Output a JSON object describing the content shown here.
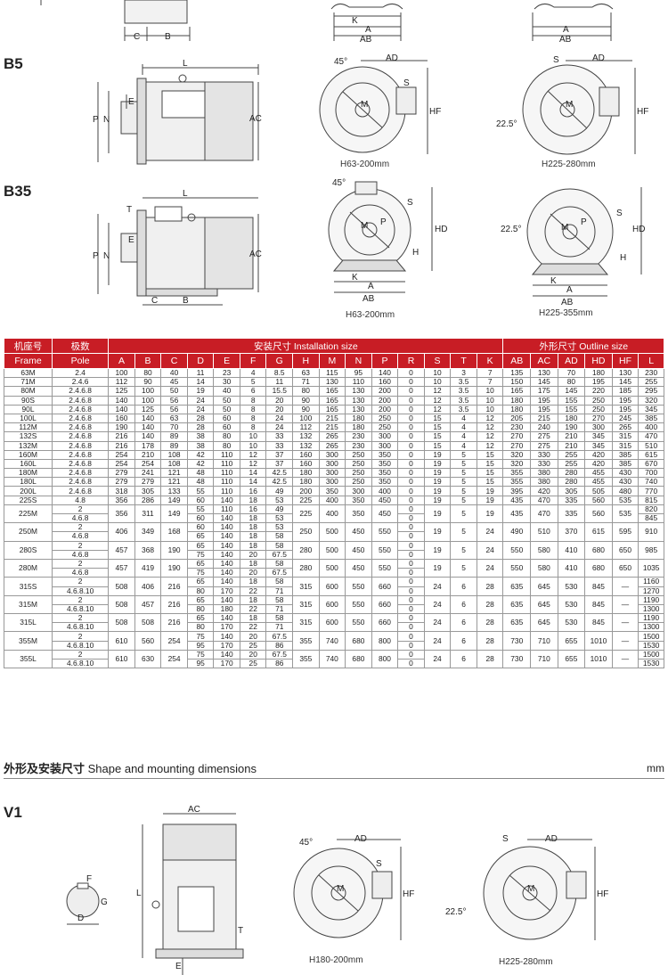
{
  "sections": {
    "b5": "B5",
    "b35": "B35",
    "v1": "V1"
  },
  "captions": {
    "b5_left": "H63-200mm",
    "b5_right": "H225-280mm",
    "b35_left": "H63-200mm",
    "b35_right": "H225-355mm",
    "v1_left": "H180-200mm",
    "v1_right": "H225-280mm"
  },
  "dim_labels": {
    "C": "C",
    "B": "B",
    "K": "K",
    "A": "A",
    "AB": "AB",
    "AD": "AD",
    "AC": "AC",
    "L": "L",
    "E": "E",
    "N": "N",
    "P": "P",
    "T": "T",
    "S": "S",
    "M": "M",
    "HF": "HF",
    "HD": "HD",
    "H": "H",
    "F": "F",
    "G": "G",
    "D": "D",
    "deg45": "45°",
    "v225": "22.5°"
  },
  "table": {
    "group_headers": {
      "frame_cn": "机座号",
      "pole_cn": "极数",
      "install": "安装尺寸 Installation size",
      "outline": "外形尺寸 Outline size"
    },
    "columns": [
      "Frame",
      "Pole",
      "A",
      "B",
      "C",
      "D",
      "E",
      "F",
      "G",
      "H",
      "M",
      "N",
      "P",
      "R",
      "S",
      "T",
      "K",
      "AB",
      "AC",
      "AD",
      "HD",
      "HF",
      "L"
    ],
    "simple_rows": [
      [
        "63M",
        "2.4",
        "100",
        "80",
        "40",
        "11",
        "23",
        "4",
        "8.5",
        "63",
        "115",
        "95",
        "140",
        "0",
        "10",
        "3",
        "7",
        "135",
        "130",
        "70",
        "180",
        "130",
        "230"
      ],
      [
        "71M",
        "2.4.6",
        "112",
        "90",
        "45",
        "14",
        "30",
        "5",
        "11",
        "71",
        "130",
        "110",
        "160",
        "0",
        "10",
        "3.5",
        "7",
        "150",
        "145",
        "80",
        "195",
        "145",
        "255"
      ],
      [
        "80M",
        "2.4.6.8",
        "125",
        "100",
        "50",
        "19",
        "40",
        "6",
        "15.5",
        "80",
        "165",
        "130",
        "200",
        "0",
        "12",
        "3.5",
        "10",
        "165",
        "175",
        "145",
        "220",
        "185",
        "295"
      ],
      [
        "90S",
        "2.4.6.8",
        "140",
        "100",
        "56",
        "24",
        "50",
        "8",
        "20",
        "90",
        "165",
        "130",
        "200",
        "0",
        "12",
        "3.5",
        "10",
        "180",
        "195",
        "155",
        "250",
        "195",
        "320"
      ],
      [
        "90L",
        "2.4.6.8",
        "140",
        "125",
        "56",
        "24",
        "50",
        "8",
        "20",
        "90",
        "165",
        "130",
        "200",
        "0",
        "12",
        "3.5",
        "10",
        "180",
        "195",
        "155",
        "250",
        "195",
        "345"
      ],
      [
        "100L",
        "2.4.6.8",
        "160",
        "140",
        "63",
        "28",
        "60",
        "8",
        "24",
        "100",
        "215",
        "180",
        "250",
        "0",
        "15",
        "4",
        "12",
        "205",
        "215",
        "180",
        "270",
        "245",
        "385"
      ],
      [
        "112M",
        "2.4.6.8",
        "190",
        "140",
        "70",
        "28",
        "60",
        "8",
        "24",
        "112",
        "215",
        "180",
        "250",
        "0",
        "15",
        "4",
        "12",
        "230",
        "240",
        "190",
        "300",
        "265",
        "400"
      ],
      [
        "132S",
        "2.4.6.8",
        "216",
        "140",
        "89",
        "38",
        "80",
        "10",
        "33",
        "132",
        "265",
        "230",
        "300",
        "0",
        "15",
        "4",
        "12",
        "270",
        "275",
        "210",
        "345",
        "315",
        "470"
      ],
      [
        "132M",
        "2.4.6.8",
        "216",
        "178",
        "89",
        "38",
        "80",
        "10",
        "33",
        "132",
        "265",
        "230",
        "300",
        "0",
        "15",
        "4",
        "12",
        "270",
        "275",
        "210",
        "345",
        "315",
        "510"
      ],
      [
        "160M",
        "2.4.6.8",
        "254",
        "210",
        "108",
        "42",
        "110",
        "12",
        "37",
        "160",
        "300",
        "250",
        "350",
        "0",
        "19",
        "5",
        "15",
        "320",
        "330",
        "255",
        "420",
        "385",
        "615"
      ],
      [
        "160L",
        "2.4.6.8",
        "254",
        "254",
        "108",
        "42",
        "110",
        "12",
        "37",
        "160",
        "300",
        "250",
        "350",
        "0",
        "19",
        "5",
        "15",
        "320",
        "330",
        "255",
        "420",
        "385",
        "670"
      ],
      [
        "180M",
        "2.4.6.8",
        "279",
        "241",
        "121",
        "48",
        "110",
        "14",
        "42.5",
        "180",
        "300",
        "250",
        "350",
        "0",
        "19",
        "5",
        "15",
        "355",
        "380",
        "280",
        "455",
        "430",
        "700"
      ],
      [
        "180L",
        "2.4.6.8",
        "279",
        "279",
        "121",
        "48",
        "110",
        "14",
        "42.5",
        "180",
        "300",
        "250",
        "350",
        "0",
        "19",
        "5",
        "15",
        "355",
        "380",
        "280",
        "455",
        "430",
        "740"
      ],
      [
        "200L",
        "2.4.6.8",
        "318",
        "305",
        "133",
        "55",
        "110",
        "16",
        "49",
        "200",
        "350",
        "300",
        "400",
        "0",
        "19",
        "5",
        "19",
        "395",
        "420",
        "305",
        "505",
        "480",
        "770"
      ],
      [
        "225S",
        "4.8",
        "356",
        "286",
        "149",
        "60",
        "140",
        "18",
        "53",
        "225",
        "400",
        "350",
        "450",
        "0",
        "19",
        "5",
        "19",
        "435",
        "470",
        "335",
        "560",
        "535",
        "815"
      ]
    ],
    "split_rows": [
      {
        "frame": "225M",
        "poles": [
          "2",
          "4.6.8"
        ],
        "A": "356",
        "B": "311",
        "C": "149",
        "DEFG": [
          [
            "55",
            "110",
            "16",
            "49"
          ],
          [
            "60",
            "140",
            "18",
            "53"
          ]
        ],
        "H": "225",
        "M": "400",
        "N": "350",
        "P": "450",
        "R": [
          "0",
          "0"
        ],
        "S": "19",
        "T": "5",
        "K": "19",
        "AB": "435",
        "AC": "470",
        "AD": "335",
        "HD": "560",
        "HF": "535",
        "L": [
          "820",
          "845"
        ]
      },
      {
        "frame": "250M",
        "poles": [
          "2",
          "4.6.8"
        ],
        "A": "406",
        "B": "349",
        "C": "168",
        "DEFG": [
          [
            "60",
            "140",
            "18",
            "53"
          ],
          [
            "65",
            "140",
            "18",
            "58"
          ]
        ],
        "H": "250",
        "M": "500",
        "N": "450",
        "P": "550",
        "R": [
          "0",
          "0"
        ],
        "S": "19",
        "T": "5",
        "K": "24",
        "AB": "490",
        "AC": "510",
        "AD": "370",
        "HD": "615",
        "HF": "595",
        "L": [
          "910"
        ]
      },
      {
        "frame": "280S",
        "poles": [
          "2",
          "4.6.8"
        ],
        "A": "457",
        "B": "368",
        "C": "190",
        "DEFG": [
          [
            "65",
            "140",
            "18",
            "58"
          ],
          [
            "75",
            "140",
            "20",
            "67.5"
          ]
        ],
        "H": "280",
        "M": "500",
        "N": "450",
        "P": "550",
        "R": [
          "0",
          "0"
        ],
        "S": "19",
        "T": "5",
        "K": "24",
        "AB": "550",
        "AC": "580",
        "AD": "410",
        "HD": "680",
        "HF": "650",
        "L": [
          "985"
        ]
      },
      {
        "frame": "280M",
        "poles": [
          "2",
          "4.6.8"
        ],
        "A": "457",
        "B": "419",
        "C": "190",
        "DEFG": [
          [
            "65",
            "140",
            "18",
            "58"
          ],
          [
            "75",
            "140",
            "20",
            "67.5"
          ]
        ],
        "H": "280",
        "M": "500",
        "N": "450",
        "P": "550",
        "R": [
          "0",
          "0"
        ],
        "S": "19",
        "T": "5",
        "K": "24",
        "AB": "550",
        "AC": "580",
        "AD": "410",
        "HD": "680",
        "HF": "650",
        "L": [
          "1035"
        ]
      },
      {
        "frame": "315S",
        "poles": [
          "2",
          "4.6.8.10"
        ],
        "A": "508",
        "B": "406",
        "C": "216",
        "DEFG": [
          [
            "65",
            "140",
            "18",
            "58"
          ],
          [
            "80",
            "170",
            "22",
            "71"
          ]
        ],
        "H": "315",
        "M": "600",
        "N": "550",
        "P": "660",
        "R": [
          "0",
          "0"
        ],
        "S": "24",
        "T": "6",
        "K": "28",
        "AB": "635",
        "AC": "645",
        "AD": "530",
        "HD": "845",
        "HF": "—",
        "L": [
          "1160",
          "1270"
        ]
      },
      {
        "frame": "315M",
        "poles": [
          "2",
          "4.6.8.10"
        ],
        "A": "508",
        "B": "457",
        "C": "216",
        "DEFG": [
          [
            "65",
            "140",
            "18",
            "58"
          ],
          [
            "80",
            "180",
            "22",
            "71"
          ]
        ],
        "H": "315",
        "M": "600",
        "N": "550",
        "P": "660",
        "R": [
          "0",
          "0"
        ],
        "S": "24",
        "T": "6",
        "K": "28",
        "AB": "635",
        "AC": "645",
        "AD": "530",
        "HD": "845",
        "HF": "—",
        "L": [
          "1190",
          "1300"
        ]
      },
      {
        "frame": "315L",
        "poles": [
          "2",
          "4.6.8.10"
        ],
        "A": "508",
        "B": "508",
        "C": "216",
        "DEFG": [
          [
            "65",
            "140",
            "18",
            "58"
          ],
          [
            "80",
            "170",
            "22",
            "71"
          ]
        ],
        "H": "315",
        "M": "600",
        "N": "550",
        "P": "660",
        "R": [
          "0",
          "0"
        ],
        "S": "24",
        "T": "6",
        "K": "28",
        "AB": "635",
        "AC": "645",
        "AD": "530",
        "HD": "845",
        "HF": "—",
        "L": [
          "1190",
          "1300"
        ]
      },
      {
        "frame": "355M",
        "poles": [
          "2",
          "4.6.8.10"
        ],
        "A": "610",
        "B": "560",
        "C": "254",
        "DEFG": [
          [
            "75",
            "140",
            "20",
            "67.5"
          ],
          [
            "95",
            "170",
            "25",
            "86"
          ]
        ],
        "H": "355",
        "M": "740",
        "N": "680",
        "P": "800",
        "R": [
          "0",
          "0"
        ],
        "S": "24",
        "T": "6",
        "K": "28",
        "AB": "730",
        "AC": "710",
        "AD": "655",
        "HD": "1010",
        "HF": "—",
        "L": [
          "1500",
          "1530"
        ]
      },
      {
        "frame": "355L",
        "poles": [
          "2",
          "4.6.8.10"
        ],
        "A": "610",
        "B": "630",
        "C": "254",
        "DEFG": [
          [
            "75",
            "140",
            "20",
            "67.5"
          ],
          [
            "95",
            "170",
            "25",
            "86"
          ]
        ],
        "H": "355",
        "M": "740",
        "N": "680",
        "P": "800",
        "R": [
          "0",
          "0"
        ],
        "S": "24",
        "T": "6",
        "K": "28",
        "AB": "730",
        "AC": "710",
        "AD": "655",
        "HD": "1010",
        "HF": "—",
        "L": [
          "1500",
          "1530"
        ]
      }
    ]
  },
  "shape_title": {
    "cn": "外形及安装尺寸",
    "en": "Shape and mounting dimensions",
    "unit": "mm"
  }
}
